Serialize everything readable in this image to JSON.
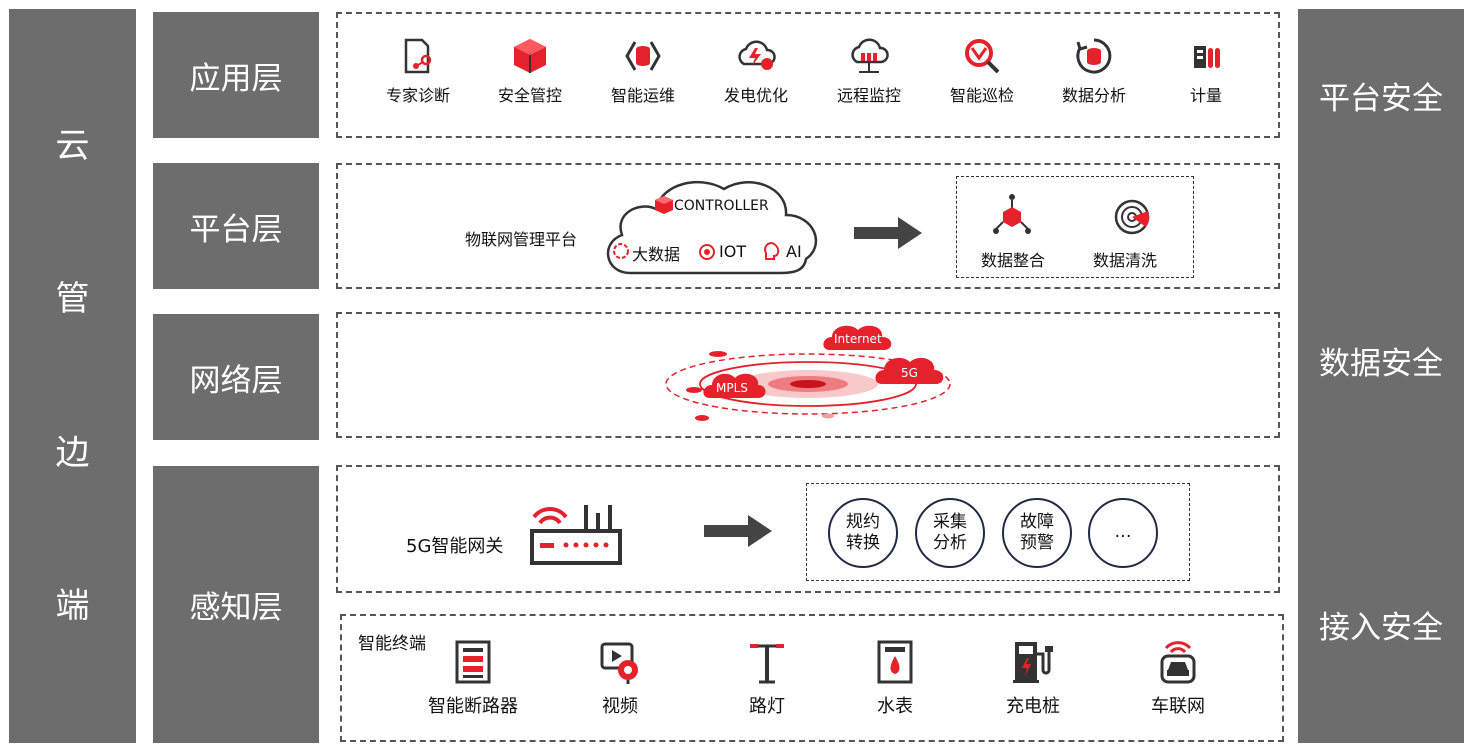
{
  "left_pillar": [
    "云",
    "管",
    "边",
    "端"
  ],
  "layers": {
    "application": "应用层",
    "platform": "平台层",
    "network": "网络层",
    "perception": "感知层"
  },
  "security": {
    "platform": "平台安全",
    "data": "数据安全",
    "access": "接入安全"
  },
  "applications": [
    {
      "label": "专家诊断",
      "icon": "expert-diagnosis-icon"
    },
    {
      "label": "安全管控",
      "icon": "security-control-icon"
    },
    {
      "label": "智能运维",
      "icon": "smart-ops-icon"
    },
    {
      "label": "发电优化",
      "icon": "power-optimize-icon"
    },
    {
      "label": "远程监控",
      "icon": "remote-monitor-icon"
    },
    {
      "label": "智能巡检",
      "icon": "smart-inspection-icon"
    },
    {
      "label": "数据分析",
      "icon": "data-analysis-icon"
    },
    {
      "label": "计量",
      "icon": "metering-icon"
    }
  ],
  "platform": {
    "name": "物联网管理平台",
    "controller": "CONTROLLER",
    "bigdata": "大数据",
    "iot": "IOT",
    "ai": "AI",
    "data_integration": "数据整合",
    "data_cleaning": "数据清洗"
  },
  "network": {
    "internet": "Internet",
    "mpls": "MPLS",
    "g5": "5G"
  },
  "gateway": {
    "label": "5G智能网关",
    "functions": [
      "规约\n转换",
      "采集\n分析",
      "故障\n预警",
      "…"
    ]
  },
  "terminals": {
    "title": "智能终端",
    "items": [
      {
        "label": "智能断路器",
        "icon": "circuit-breaker-icon"
      },
      {
        "label": "视频",
        "icon": "video-camera-icon"
      },
      {
        "label": "路灯",
        "icon": "street-light-icon"
      },
      {
        "label": "水表",
        "icon": "water-meter-icon"
      },
      {
        "label": "充电桩",
        "icon": "charging-pile-icon"
      },
      {
        "label": "车联网",
        "icon": "connected-car-icon"
      }
    ]
  },
  "colors": {
    "accent": "#e5222b",
    "dark": "#333333",
    "gray": "#6d6d6d"
  }
}
